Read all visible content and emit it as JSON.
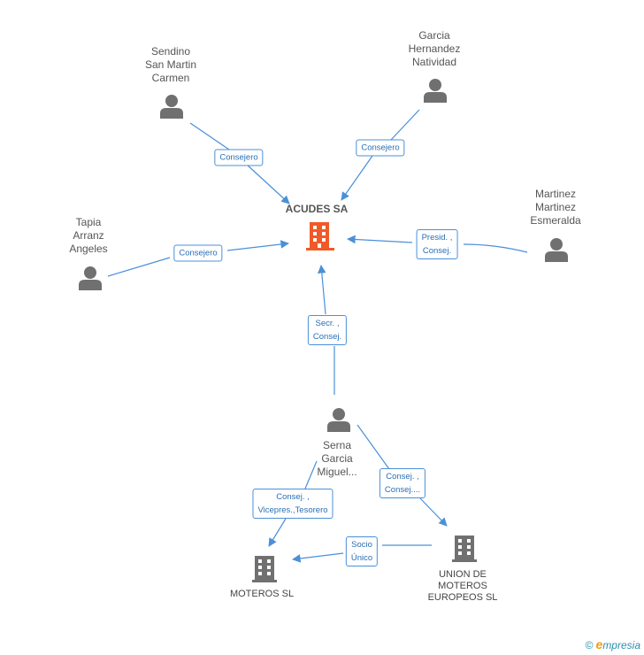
{
  "main_company": {
    "name": "ACUDES SA"
  },
  "people": {
    "sendino": {
      "lines": [
        "Sendino",
        "San Martin",
        "Carmen"
      ]
    },
    "garcia": {
      "lines": [
        "Garcia",
        "Hernandez",
        "Natividad"
      ]
    },
    "tapia": {
      "lines": [
        "Tapia",
        "Arranz",
        "Angeles"
      ]
    },
    "martinez": {
      "lines": [
        "Martinez",
        "Martinez",
        "Esmeralda"
      ]
    },
    "serna": {
      "lines": [
        "Serna",
        "Garcia",
        "Miguel..."
      ]
    }
  },
  "companies": {
    "moteros": {
      "lines": [
        "MOTEROS SL"
      ]
    },
    "union": {
      "lines": [
        "UNION DE",
        "MOTEROS",
        "EUROPEOS SL"
      ]
    }
  },
  "edges": {
    "sendino_acudes": {
      "lines": [
        "Consejero"
      ]
    },
    "garcia_acudes": {
      "lines": [
        "Consejero"
      ]
    },
    "tapia_acudes": {
      "lines": [
        "Consejero"
      ]
    },
    "martinez_acudes": {
      "lines": [
        "Presid. ,",
        "Consej."
      ]
    },
    "serna_acudes": {
      "lines": [
        "Secr. ,",
        "Consej."
      ]
    },
    "serna_moteros": {
      "lines": [
        "Consej. ,",
        "Vicepres.,Tesorero"
      ]
    },
    "serna_union": {
      "lines": [
        "Consej. ,",
        "Consej...."
      ]
    },
    "union_moteros": {
      "lines": [
        "Socio",
        "Único"
      ]
    }
  },
  "colors": {
    "edge": "#4a90d9",
    "person_icon": "#707070",
    "main_building": "#f05a28",
    "building": "#707070"
  },
  "icons": {
    "person": "person-icon",
    "building": "building-icon"
  },
  "brand": {
    "copyright": "©",
    "initial": "e",
    "rest": "mpresia"
  }
}
